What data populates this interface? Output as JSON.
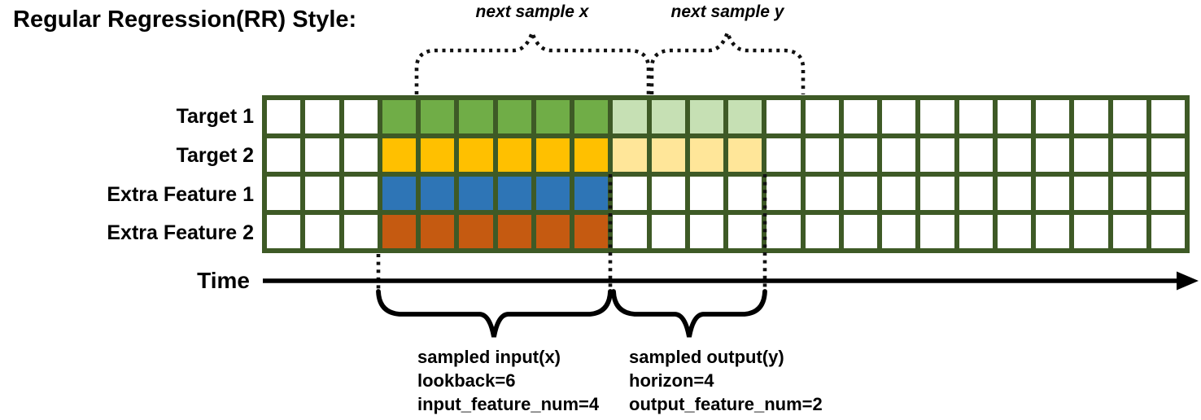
{
  "title": "Regular Regression(RR) Style:",
  "top_annotations": {
    "next_sample_x": "next sample x",
    "next_sample_y": "next sample y"
  },
  "grid": {
    "columns": 24,
    "rows": [
      {
        "label": "Target 1",
        "ranges": [
          {
            "start": 3,
            "end": 9,
            "color": "#70AD47"
          },
          {
            "start": 9,
            "end": 13,
            "color": "#C6E0B4"
          }
        ]
      },
      {
        "label": "Target 2",
        "ranges": [
          {
            "start": 3,
            "end": 9,
            "color": "#FFC000"
          },
          {
            "start": 9,
            "end": 13,
            "color": "#FFE699"
          }
        ]
      },
      {
        "label": "Extra Feature 1",
        "ranges": [
          {
            "start": 3,
            "end": 9,
            "color": "#2E75B6"
          }
        ]
      },
      {
        "label": "Extra Feature 2",
        "ranges": [
          {
            "start": 3,
            "end": 9,
            "color": "#C55A11"
          }
        ]
      }
    ]
  },
  "time_axis": {
    "label": "Time"
  },
  "bottom_annotations": {
    "input": {
      "lines": [
        "sampled input(x)",
        "lookback=6",
        "input_feature_num=4"
      ]
    },
    "output": {
      "lines": [
        "sampled output(y)",
        "horizon=4",
        "output_feature_num=2"
      ]
    }
  },
  "colors": {
    "grid_border": "#3E5A26",
    "target1_solid": "#70AD47",
    "target1_light": "#C6E0B4",
    "target2_solid": "#FFC000",
    "target2_light": "#FFE699",
    "extra_feature1_solid": "#2E75B6",
    "extra_feature2_solid": "#C55A11",
    "ink": "#000000"
  }
}
